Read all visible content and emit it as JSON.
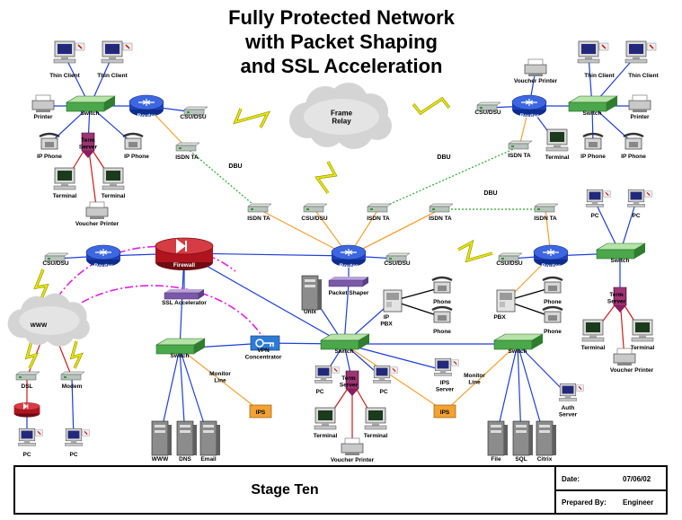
{
  "title": {
    "line1": "Fully Protected Network",
    "line2": "with Packet Shaping",
    "line3": "and SSL Acceleration"
  },
  "title_block": {
    "stage": "Stage Ten",
    "date_label": "Date:",
    "date_value": "07/06/02",
    "prepared_label": "Prepared By:",
    "prepared_value": "Engineer"
  },
  "nodes": [
    {
      "id": "tc1",
      "type": "computer",
      "label": "Thin Client"
    },
    {
      "id": "tc2",
      "type": "computer",
      "label": "Thin Client"
    },
    {
      "id": "sw_tl",
      "type": "switch",
      "label": "Switch"
    },
    {
      "id": "printer_tl",
      "type": "printer",
      "label": "Printer"
    },
    {
      "id": "router_tl",
      "type": "router",
      "label": "Router"
    },
    {
      "id": "csu_tl",
      "type": "modem",
      "label": "CSU/DSU"
    },
    {
      "id": "ipphone1",
      "type": "phone",
      "label": "IP Phone"
    },
    {
      "id": "ts_tl",
      "type": "termserver",
      "label": "Term Server"
    },
    {
      "id": "ipphone2",
      "type": "phone",
      "label": "IP Phone"
    },
    {
      "id": "isdn_tl",
      "type": "modem",
      "label": "ISDN TA"
    },
    {
      "id": "term1",
      "type": "terminal",
      "label": "Terminal"
    },
    {
      "id": "term2",
      "type": "terminal",
      "label": "Terminal"
    },
    {
      "id": "vp_tl",
      "type": "printer",
      "label": "Voucher Printer"
    },
    {
      "id": "frame",
      "type": "cloud",
      "label": "Frame Relay"
    },
    {
      "id": "vp_tr",
      "type": "printer",
      "label": "Voucher Printer"
    },
    {
      "id": "csu_tr",
      "type": "modem",
      "label": "CSU/DSU"
    },
    {
      "id": "router_tr",
      "type": "router",
      "label": "Router"
    },
    {
      "id": "tc3",
      "type": "computer",
      "label": "Thin Client"
    },
    {
      "id": "tc4",
      "type": "computer",
      "label": "Thin Client"
    },
    {
      "id": "sw_tr",
      "type": "switch",
      "label": "Switch"
    },
    {
      "id": "printer_tr",
      "type": "printer",
      "label": "Printer"
    },
    {
      "id": "isdn_tr",
      "type": "modem",
      "label": "ISDN TA"
    },
    {
      "id": "term_tr",
      "type": "terminal",
      "label": "Terminal"
    },
    {
      "id": "ipphone3",
      "type": "phone",
      "label": "IP Phone"
    },
    {
      "id": "ipphone4",
      "type": "phone",
      "label": "IP Phone"
    },
    {
      "id": "isdn_m1",
      "type": "modem",
      "label": "ISDN TA"
    },
    {
      "id": "csu_m",
      "type": "modem",
      "label": "CSU/DSU"
    },
    {
      "id": "isdn_m2",
      "type": "modem",
      "label": "ISDN TA"
    },
    {
      "id": "isdn_m3",
      "type": "modem",
      "label": "ISDN TA"
    },
    {
      "id": "isdn_m4",
      "type": "modem",
      "label": "ISDN TA"
    },
    {
      "id": "pc_r1",
      "type": "pc",
      "label": "PC"
    },
    {
      "id": "pc_r2",
      "type": "pc",
      "label": "PC"
    },
    {
      "id": "csu_l",
      "type": "modem",
      "label": "CSU/DSU"
    },
    {
      "id": "router_l",
      "type": "router",
      "label": "Router"
    },
    {
      "id": "firewall",
      "type": "firewall",
      "label": "Firewall"
    },
    {
      "id": "router_c",
      "type": "router",
      "label": "Router"
    },
    {
      "id": "csu_c",
      "type": "modem",
      "label": "CSU/DSU"
    },
    {
      "id": "csu_c2",
      "type": "modem",
      "label": "CSU/DSU"
    },
    {
      "id": "router_r",
      "type": "router",
      "label": "Router"
    },
    {
      "id": "sw_r",
      "type": "switch",
      "label": "Switch"
    },
    {
      "id": "ssl",
      "type": "appliance",
      "label": "SSL Accelerator"
    },
    {
      "id": "unix",
      "type": "server",
      "label": "Unix"
    },
    {
      "id": "shaper",
      "type": "appliance",
      "label": "Packet Shaper"
    },
    {
      "id": "ippbx",
      "type": "pbx",
      "label": "IP PBX"
    },
    {
      "id": "phone_c1",
      "type": "phone",
      "label": "Phone"
    },
    {
      "id": "phone_c2",
      "type": "phone",
      "label": "Phone"
    },
    {
      "id": "pbx",
      "type": "pbx",
      "label": "PBX"
    },
    {
      "id": "phone_r1",
      "type": "phone",
      "label": "Phone"
    },
    {
      "id": "phone_r2",
      "type": "phone",
      "label": "Phone"
    },
    {
      "id": "ts_r",
      "type": "termserver",
      "label": "Term Server"
    },
    {
      "id": "term_r1",
      "type": "terminal",
      "label": "Terminal"
    },
    {
      "id": "term_r2",
      "type": "terminal",
      "label": "Terminal"
    },
    {
      "id": "vp_r",
      "type": "printer",
      "label": "Voucher Printer"
    },
    {
      "id": "www",
      "type": "cloud",
      "label": "WWW"
    },
    {
      "id": "sw_l",
      "type": "switch",
      "label": "Switch"
    },
    {
      "id": "vpn",
      "type": "vpn",
      "label": "VPN Concentrator"
    },
    {
      "id": "sw_c",
      "type": "switch",
      "label": "Switch"
    },
    {
      "id": "sw_rc",
      "type": "switch",
      "label": "Switch"
    },
    {
      "id": "dsl",
      "type": "modem",
      "label": "DSL"
    },
    {
      "id": "modem",
      "type": "modem",
      "label": "Modem"
    },
    {
      "id": "fw_small",
      "type": "firewall",
      "label": ""
    },
    {
      "id": "pc_l1",
      "type": "pc",
      "label": "PC"
    },
    {
      "id": "pc_l2",
      "type": "pc",
      "label": "PC"
    },
    {
      "id": "mon_l",
      "type": "text",
      "label": "Monitor Line"
    },
    {
      "id": "ips_l",
      "type": "ips",
      "label": "IPS"
    },
    {
      "id": "pc_c1",
      "type": "pc",
      "label": "PC"
    },
    {
      "id": "ts_c",
      "type": "termserver",
      "label": "Term Server"
    },
    {
      "id": "pc_c2",
      "type": "pc",
      "label": "PC"
    },
    {
      "id": "ips_server",
      "type": "pc",
      "label": "IPS Server"
    },
    {
      "id": "mon_c",
      "type": "text",
      "label": "Monitor Line"
    },
    {
      "id": "ips_c",
      "type": "ips",
      "label": "IPS"
    },
    {
      "id": "auth",
      "type": "pc",
      "label": "Auth Server"
    },
    {
      "id": "term_c1",
      "type": "terminal",
      "label": "Terminal"
    },
    {
      "id": "term_c2",
      "type": "terminal",
      "label": "Terminal"
    },
    {
      "id": "vp_c",
      "type": "printer",
      "label": "Voucher Printer"
    },
    {
      "id": "srv_www",
      "type": "server",
      "label": "WWW"
    },
    {
      "id": "srv_dns",
      "type": "server",
      "label": "DNS"
    },
    {
      "id": "srv_email",
      "type": "server",
      "label": "Email"
    },
    {
      "id": "srv_file",
      "type": "server",
      "label": "File"
    },
    {
      "id": "srv_sql",
      "type": "server",
      "label": "SQL"
    },
    {
      "id": "srv_citrix",
      "type": "server",
      "label": "Citrix"
    }
  ],
  "links": [
    {
      "a": "tc1",
      "b": "sw_tl",
      "style": "blue"
    },
    {
      "a": "tc2",
      "b": "sw_tl",
      "style": "blue"
    },
    {
      "a": "printer_tl",
      "b": "sw_tl",
      "style": "blue"
    },
    {
      "a": "sw_tl",
      "b": "router_tl",
      "style": "blue"
    },
    {
      "a": "router_tl",
      "b": "csu_tl",
      "style": "blue"
    },
    {
      "a": "router_tl",
      "b": "isdn_tl",
      "style": "orange"
    },
    {
      "a": "sw_tl",
      "b": "ipphone1",
      "style": "blue"
    },
    {
      "a": "sw_tl",
      "b": "ts_tl",
      "style": "blue"
    },
    {
      "a": "sw_tl",
      "b": "ipphone2",
      "style": "blue"
    },
    {
      "a": "ts_tl",
      "b": "term1",
      "style": "red"
    },
    {
      "a": "ts_tl",
      "b": "term2",
      "style": "red"
    },
    {
      "a": "ts_tl",
      "b": "vp_tl",
      "style": "red"
    },
    {
      "a": "isdn_tl",
      "b": "isdn_m1",
      "style": "dbu"
    },
    {
      "a": "router_tr",
      "b": "csu_tr",
      "style": "blue"
    },
    {
      "a": "router_tr",
      "b": "vp_tr",
      "style": "blue"
    },
    {
      "a": "router_tr",
      "b": "sw_tr",
      "style": "blue"
    },
    {
      "a": "router_tr",
      "b": "isdn_tr",
      "style": "orange"
    },
    {
      "a": "router_tr",
      "b": "term_tr",
      "style": "blue"
    },
    {
      "a": "sw_tr",
      "b": "tc3",
      "style": "blue"
    },
    {
      "a": "sw_tr",
      "b": "tc4",
      "style": "blue"
    },
    {
      "a": "sw_tr",
      "b": "printer_tr",
      "style": "blue"
    },
    {
      "a": "sw_tr",
      "b": "ipphone3",
      "style": "blue"
    },
    {
      "a": "sw_tr",
      "b": "ipphone4",
      "style": "blue"
    },
    {
      "a": "isdn_tr",
      "b": "isdn_m2",
      "style": "dbu"
    },
    {
      "a": "isdn_m1",
      "b": "router_c",
      "style": "orange"
    },
    {
      "a": "csu_m",
      "b": "router_c",
      "style": "orange"
    },
    {
      "a": "isdn_m2",
      "b": "router_c",
      "style": "orange"
    },
    {
      "a": "isdn_m3",
      "b": "router_c",
      "style": "orange"
    },
    {
      "a": "isdn_m4",
      "b": "router_r",
      "style": "orange"
    },
    {
      "a": "isdn_m3",
      "b": "isdn_m4",
      "style": "dbu"
    },
    {
      "a": "router_c",
      "b": "csu_c",
      "style": "blue"
    },
    {
      "a": "csu_c2",
      "b": "router_r",
      "style": "blue"
    },
    {
      "a": "router_r",
      "b": "sw_r",
      "style": "blue"
    },
    {
      "a": "sw_r",
      "b": "pc_r1",
      "style": "blue"
    },
    {
      "a": "sw_r",
      "b": "pc_r2",
      "style": "blue"
    },
    {
      "a": "sw_r",
      "b": "ts_r",
      "style": "blue"
    },
    {
      "a": "ts_r",
      "b": "term_r1",
      "style": "red"
    },
    {
      "a": "ts_r",
      "b": "term_r2",
      "style": "red"
    },
    {
      "a": "ts_r",
      "b": "vp_r",
      "style": "red"
    },
    {
      "a": "router_r",
      "b": "pbx",
      "style": "orange"
    },
    {
      "a": "pbx",
      "b": "phone_r1",
      "style": "black"
    },
    {
      "a": "pbx",
      "b": "phone_r2",
      "style": "black"
    },
    {
      "a": "csu_l",
      "b": "router_l",
      "style": "blue"
    },
    {
      "a": "router_l",
      "b": "firewall",
      "style": "blue"
    },
    {
      "a": "firewall",
      "b": "router_c",
      "style": "blue"
    },
    {
      "a": "firewall",
      "b": "ssl",
      "style": "blue"
    },
    {
      "a": "firewall",
      "b": "sw_l",
      "style": "blue"
    },
    {
      "a": "firewall",
      "b": "sw_c",
      "style": "blue"
    },
    {
      "a": "router_c",
      "b": "shaper",
      "style": "blue"
    },
    {
      "a": "shaper",
      "b": "sw_c",
      "style": "blue"
    },
    {
      "a": "unix",
      "b": "sw_c",
      "style": "blue"
    },
    {
      "a": "ippbx",
      "b": "sw_c",
      "style": "blue"
    },
    {
      "a": "ippbx",
      "b": "phone_c1",
      "style": "black"
    },
    {
      "a": "ippbx",
      "b": "phone_c2",
      "style": "black"
    },
    {
      "a": "sw_l",
      "b": "vpn",
      "style": "blue"
    },
    {
      "a": "vpn",
      "b": "sw_c",
      "style": "blue"
    },
    {
      "a": "sw_c",
      "b": "sw_rc",
      "style": "blue"
    },
    {
      "a": "sw_l",
      "b": "srv_www",
      "style": "blue"
    },
    {
      "a": "sw_l",
      "b": "srv_dns",
      "style": "blue"
    },
    {
      "a": "sw_l",
      "b": "srv_email",
      "style": "blue"
    },
    {
      "a": "sw_l",
      "b": "ips_l",
      "style": "orange"
    },
    {
      "a": "sw_c",
      "b": "pc_c1",
      "style": "blue"
    },
    {
      "a": "sw_c",
      "b": "ts_c",
      "style": "blue"
    },
    {
      "a": "sw_c",
      "b": "pc_c2",
      "style": "blue"
    },
    {
      "a": "sw_c",
      "b": "ips_server",
      "style": "blue"
    },
    {
      "a": "sw_c",
      "b": "ips_c",
      "style": "orange"
    },
    {
      "a": "ts_c",
      "b": "term_c1",
      "style": "red"
    },
    {
      "a": "ts_c",
      "b": "term_c2",
      "style": "red"
    },
    {
      "a": "ts_c",
      "b": "vp_c",
      "style": "red"
    },
    {
      "a": "sw_rc",
      "b": "auth",
      "style": "blue"
    },
    {
      "a": "sw_rc",
      "b": "srv_file",
      "style": "blue"
    },
    {
      "a": "sw_rc",
      "b": "srv_sql",
      "style": "blue"
    },
    {
      "a": "sw_rc",
      "b": "srv_citrix",
      "style": "blue"
    },
    {
      "a": "sw_rc",
      "b": "ips_c",
      "style": "orange"
    },
    {
      "a": "www",
      "b": "dsl",
      "style": "red"
    },
    {
      "a": "www",
      "b": "modem",
      "style": "red"
    },
    {
      "a": "dsl",
      "b": "fw_small",
      "style": "red"
    },
    {
      "a": "fw_small",
      "b": "pc_l1",
      "style": "blue"
    },
    {
      "a": "modem",
      "b": "pc_l2",
      "style": "blue"
    },
    {
      "a": "isdn_m3",
      "b": "router_c",
      "style": "orange"
    }
  ],
  "wan_labels": [
    {
      "id": "dbu1",
      "label": "DBU"
    },
    {
      "id": "dbu2",
      "label": "DBU"
    },
    {
      "id": "dbu3",
      "label": "DBU"
    }
  ],
  "colors": {
    "router": "#1f3fbf",
    "switch": "#4aa84a",
    "switch_top": "#b6e3a8",
    "firewall": "#b0141e",
    "link_blue": "#1f3fd6",
    "link_orange": "#f2a233",
    "link_red": "#d11a1a",
    "dbu_green": "#2aa82a",
    "vpn_tunnel": "#e020e0",
    "lightning": "#e6e600",
    "ips": "#f2a233"
  }
}
